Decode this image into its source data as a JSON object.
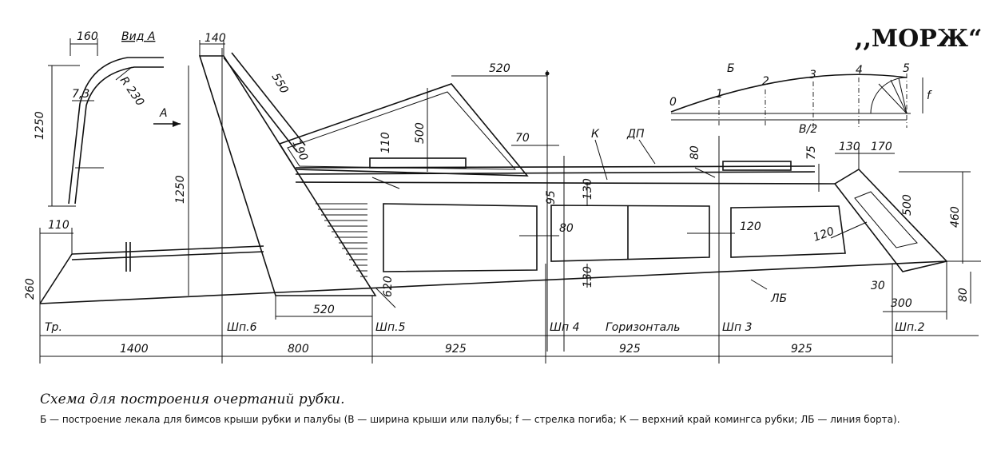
{
  "title": ",,МОРЖ“",
  "view_label": "Вид А",
  "arrow_label": "А",
  "curve_labels": {
    "b": "Б",
    "k": "К",
    "dp": "ДП",
    "lb": "ЛБ",
    "f": "f",
    "half_width": "B/2"
  },
  "camber_points": [
    "0",
    "1",
    "2",
    "3",
    "4",
    "5"
  ],
  "station_labels": [
    "Тр.",
    "Шп.6",
    "Шп.5",
    "Шп 4",
    "Горизонталь",
    "Шп 3",
    "Шп.2"
  ],
  "spacing_dims": [
    "1400",
    "800",
    "925",
    "925",
    "925"
  ],
  "dims": {
    "d160": "160",
    "d7_3": "7,3",
    "r230": "R 230",
    "d1250_view": "1250",
    "d140": "140",
    "d550": "550",
    "d1250": "1250",
    "d190": "190",
    "d520_top": "520",
    "d500": "500",
    "d110_top": "110",
    "d70": "70",
    "d80_top": "80",
    "d75": "75",
    "d130_a": "130",
    "d170": "170",
    "d95": "95",
    "d130_b": "130",
    "d80_mid": "80",
    "d120_mid": "120",
    "d120_front": "120",
    "d500_front": "500",
    "d460": "460",
    "d110_left": "110",
    "d260": "260",
    "d620": "620",
    "d130_low": "130",
    "d520_low": "520",
    "d30": "30",
    "d300": "300",
    "d80_low": "80"
  },
  "caption": {
    "title": "Схема для построения очертаний рубки.",
    "text": "Б — построение лекала для бимсов крыши рубки и палубы (В — ширина крыши или палубы; f — стрелка погиба; К — верхний край комингса рубки; ЛБ — линия борта)."
  }
}
